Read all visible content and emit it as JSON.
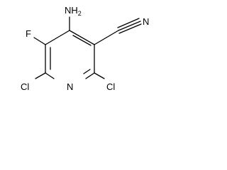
{
  "molecule": {
    "labels": {
      "amino_n": "N",
      "amino_h": "H",
      "amino_h_count": "2",
      "nitrile_n": "N",
      "fluorine": "F",
      "ring_n": "N",
      "chlorine_left": "Cl",
      "chlorine_right": "Cl"
    }
  }
}
